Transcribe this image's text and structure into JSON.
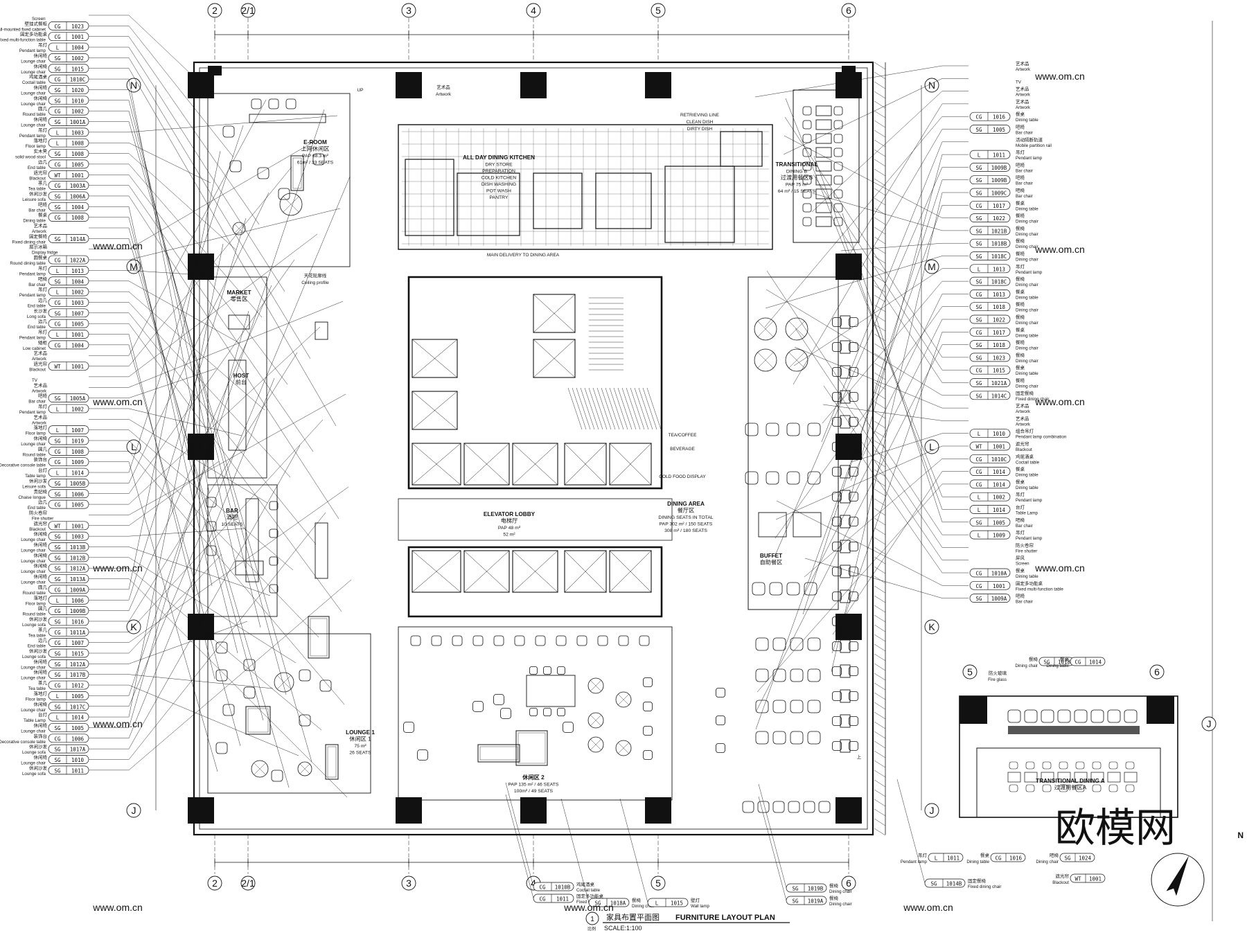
{
  "grid": {
    "columns": [
      "2",
      "2/1",
      "3",
      "4",
      "5",
      "6"
    ],
    "rows": [
      "N",
      "M",
      "L",
      "K",
      "J"
    ]
  },
  "rooms": [
    {
      "id": "eroom",
      "lines": [
        "E-ROOM",
        "上网休闲区",
        "PAP 68.3 m²",
        "61m² / 33 SEATS"
      ]
    },
    {
      "id": "market",
      "lines": [
        "MARKET",
        "零售区"
      ]
    },
    {
      "id": "host",
      "lines": [
        "HOST",
        "前台"
      ]
    },
    {
      "id": "bar",
      "lines": [
        "BAR",
        "酒吧",
        "10 SEATS"
      ]
    },
    {
      "id": "lounge1",
      "lines": [
        "LOUNGE 1",
        "休闲区 1",
        "75 m²",
        "26 SEATS"
      ]
    },
    {
      "id": "lounge2",
      "lines": [
        "休闲区 2",
        "PAP 135 m² / 46 SEATS",
        "100m² / 49 SEATS"
      ]
    },
    {
      "id": "kitchen",
      "lines": [
        "ALL DAY DINING KITCHEN",
        "DRY STORE",
        "PREPARATION",
        "COLD KITCHEN",
        "DISH WASHING",
        "POT WASH",
        "PANTRY"
      ]
    },
    {
      "id": "lobby",
      "lines": [
        "ELEVATOR LOBBY",
        "电梯厅",
        "PAP 48 m²",
        "52 m²"
      ]
    },
    {
      "id": "dining",
      "lines": [
        "DINING AREA",
        "餐厅区",
        "DINING SEATS IN TOTAL",
        "PAP 302 m² / 150 SEATS",
        "308 m² / 180 SEATS"
      ]
    },
    {
      "id": "buffet",
      "lines": [
        "BUFFET",
        "自助餐区"
      ]
    },
    {
      "id": "transb",
      "lines": [
        "TRANSITIONAL",
        "DINING B",
        "过渡用餐区B",
        "PAP 75 m²",
        "64 m² / 15 SEATS"
      ]
    },
    {
      "id": "transa",
      "lines": [
        "TRANSITIONAL DINING A",
        "过渡用餐区A"
      ]
    }
  ],
  "small_labels": [
    "艺术品",
    "Artwork",
    "天花轮廓线",
    "Ceiling profile",
    "UP",
    "上",
    "TEA/COFFEE",
    "BEVERAGE",
    "COLD FOOD DISPLAY",
    "RETRIEVING LINE",
    "MAIN DELIVERY TO DINING AREA",
    "CLEAN DISH",
    "DIRTY DISH"
  ],
  "left_legend": [
    {
      "en": "Screen"
    },
    {
      "cn": "壁挂式餐柜",
      "code": "CG",
      "num": "1023",
      "en": "Wall-mounted fixed cabinet"
    },
    {
      "cn": "固定多功能桌",
      "code": "CG",
      "num": "1001",
      "en": "Fixed multi-function table"
    },
    {
      "cn": "吊灯",
      "code": "L",
      "num": "1004",
      "en": "Pendant lamp"
    },
    {
      "cn": "休闲椅",
      "code": "SG",
      "num": "1002",
      "en": "Lounge chair"
    },
    {
      "cn": "休闲椅",
      "code": "SG",
      "num": "1015",
      "en": "Lounge chair"
    },
    {
      "cn": "鸡尾酒桌",
      "code": "CG",
      "num": "1010C",
      "en": "Coctail table"
    },
    {
      "cn": "休闲椅",
      "code": "SG",
      "num": "1020",
      "en": "Lounge chair"
    },
    {
      "cn": "休闲椅",
      "code": "SG",
      "num": "1010",
      "en": "Lounge chair"
    },
    {
      "cn": "圆几",
      "code": "CG",
      "num": "1002",
      "en": "Round table"
    },
    {
      "cn": "休闲椅",
      "code": "SG",
      "num": "1001A",
      "en": "Lounge chair"
    },
    {
      "cn": "吊灯",
      "code": "L",
      "num": "1003",
      "en": "Pendant lamp"
    },
    {
      "cn": "落地灯",
      "code": "L",
      "num": "1008",
      "en": "Floor lamp"
    },
    {
      "cn": "实木凳",
      "code": "SG",
      "num": "1008",
      "en": "solid wood stool"
    },
    {
      "cn": "边几",
      "code": "CG",
      "num": "1005",
      "en": "End table"
    },
    {
      "cn": "遮光帘",
      "code": "WT",
      "num": "1001",
      "en": "Blackout"
    },
    {
      "cn": "茶几",
      "code": "CG",
      "num": "1003A",
      "en": "Tea table"
    },
    {
      "cn": "休闲沙发",
      "code": "SG",
      "num": "1006A",
      "en": "Leisure sofa"
    },
    {
      "cn": "吧椅",
      "code": "SG",
      "num": "1004",
      "en": "Bar chair"
    },
    {
      "cn": "餐桌",
      "code": "CG",
      "num": "1008",
      "en": "Dining table"
    },
    {
      "cn": "艺术品",
      "en": "Artwork"
    },
    {
      "cn": "固定餐椅",
      "code": "SG",
      "num": "1014A",
      "en": "Fixed dining chair"
    },
    {
      "cn": "展示冰箱",
      "en": "Display fridge"
    },
    {
      "cn": "圆餐桌",
      "code": "CG",
      "num": "1022A",
      "en": "Round dining table"
    },
    {
      "cn": "吊灯",
      "code": "L",
      "num": "1013",
      "en": "Pendant lamp"
    },
    {
      "cn": "吧椅",
      "code": "SG",
      "num": "1004",
      "en": "Bar chair"
    },
    {
      "cn": "吊灯",
      "code": "L",
      "num": "1002",
      "en": "Pendant lamp"
    },
    {
      "cn": "边几",
      "code": "CG",
      "num": "1003",
      "en": "End table"
    },
    {
      "cn": "长沙发",
      "code": "SG",
      "num": "1007",
      "en": "Long sofa"
    },
    {
      "cn": "边几",
      "code": "CG",
      "num": "1005",
      "en": "End table"
    },
    {
      "cn": "吊灯",
      "code": "L",
      "num": "1001",
      "en": "Pendant lamp"
    },
    {
      "cn": "矮柜",
      "code": "CG",
      "num": "1004",
      "en": "Low cabinet"
    },
    {
      "cn": "艺术品",
      "en": "Artwork"
    },
    {
      "cn": "遮光帘",
      "code": "WT",
      "num": "1001",
      "en": "Blackout"
    },
    {
      "en": "TV"
    },
    {
      "cn": "艺术品",
      "en": "Artwork"
    },
    {
      "cn": "吧椅",
      "code": "SG",
      "num": "1005A",
      "en": "Bar chair"
    },
    {
      "cn": "吊灯",
      "code": "L",
      "num": "1002",
      "en": "Pendant lamp"
    },
    {
      "cn": "艺术品",
      "en": "Artwork"
    },
    {
      "cn": "落地灯",
      "code": "L",
      "num": "1007",
      "en": "Floor lamp"
    },
    {
      "cn": "休闲椅",
      "code": "SG",
      "num": "1019",
      "en": "Lounge chair"
    },
    {
      "cn": "圆几",
      "code": "CG",
      "num": "1008",
      "en": "Round table"
    },
    {
      "cn": "装饰台",
      "code": "CG",
      "num": "1009",
      "en": "Decorative console table"
    },
    {
      "cn": "台灯",
      "code": "L",
      "num": "1014",
      "en": "Table lamp"
    },
    {
      "cn": "休闲沙发",
      "code": "SG",
      "num": "1005B",
      "en": "Leisure sofa"
    },
    {
      "cn": "贵妃椅",
      "code": "SG",
      "num": "1006",
      "en": "Chaise longue"
    },
    {
      "cn": "边几",
      "code": "CG",
      "num": "1005",
      "en": "End table"
    },
    {
      "cn": "防火卷帘",
      "en": "Fire shutter"
    },
    {
      "cn": "遮光帘",
      "code": "WT",
      "num": "1001",
      "en": "Blackout"
    },
    {
      "cn": "休闲椅",
      "code": "SG",
      "num": "1003",
      "en": "Lounge chair"
    },
    {
      "cn": "休闲椅",
      "code": "SG",
      "num": "1013B",
      "en": "Lounge chair"
    },
    {
      "cn": "休闲椅",
      "code": "SG",
      "num": "1012B",
      "en": "Lounge chair"
    },
    {
      "cn": "休闲椅",
      "code": "SG",
      "num": "1012A",
      "en": "Lounge chair"
    },
    {
      "cn": "休闲椅",
      "code": "SG",
      "num": "1013A",
      "en": "Lounge chair"
    },
    {
      "cn": "圆几",
      "code": "CG",
      "num": "1009A",
      "en": "Round table"
    },
    {
      "cn": "落地灯",
      "code": "L",
      "num": "1006",
      "en": "Floor lamp"
    },
    {
      "cn": "圆几",
      "code": "CG",
      "num": "1009B",
      "en": "Round table"
    },
    {
      "cn": "休闲沙发",
      "code": "SG",
      "num": "1016",
      "en": "Lounge sofa"
    },
    {
      "cn": "茶几",
      "code": "CG",
      "num": "1011A",
      "en": "Tea table"
    },
    {
      "cn": "边几",
      "code": "CG",
      "num": "1007",
      "en": "End table"
    },
    {
      "cn": "休闲沙发",
      "code": "SG",
      "num": "1015",
      "en": "Lounge sofa"
    },
    {
      "cn": "休闲椅",
      "code": "SG",
      "num": "1012A",
      "en": "Lounge chair"
    },
    {
      "cn": "休闲椅",
      "code": "SG",
      "num": "1017B",
      "en": "Lounge chair"
    },
    {
      "cn": "茶几",
      "code": "CG",
      "num": "1012",
      "en": "Tea table"
    },
    {
      "cn": "落地灯",
      "code": "L",
      "num": "1005",
      "en": "Floor lamp"
    },
    {
      "cn": "休闲椅",
      "code": "SG",
      "num": "1017C",
      "en": "Lounge chair"
    },
    {
      "cn": "台灯",
      "code": "L",
      "num": "1014",
      "en": "Table Lamp"
    },
    {
      "cn": "休闲椅",
      "code": "SG",
      "num": "1005",
      "en": "Lounge chair"
    },
    {
      "cn": "装饰台",
      "code": "CG",
      "num": "1006",
      "en": "Decorative console table"
    },
    {
      "cn": "休闲沙发",
      "code": "SG",
      "num": "1017A",
      "en": "Lounge sofa"
    },
    {
      "cn": "休闲椅",
      "code": "SG",
      "num": "1010",
      "en": "Lounge chair"
    },
    {
      "cn": "休闲沙发",
      "code": "SG",
      "num": "1011",
      "en": "Lounge sofa"
    }
  ],
  "right_legend": [
    {
      "cn": "艺术品",
      "en": "Artwork"
    },
    {
      "en": "TV"
    },
    {
      "cn": "艺术品",
      "en": "Artwork"
    },
    {
      "cn": "艺术品",
      "en": "Artwork"
    },
    {
      "cn": "餐桌",
      "code": "CG",
      "num": "1016",
      "en": "Dining table"
    },
    {
      "cn": "吧椅",
      "code": "SG",
      "num": "1005",
      "en": "Bar chair"
    },
    {
      "cn": "活动隔断轨道",
      "en": "Mobile partition rail"
    },
    {
      "cn": "吊灯",
      "code": "L",
      "num": "1011",
      "en": "Pendant lamp"
    },
    {
      "cn": "吧椅",
      "code": "SG",
      "num": "1009B",
      "en": "Bar chair"
    },
    {
      "cn": "吧椅",
      "code": "SG",
      "num": "1009B",
      "en": "Bar chair"
    },
    {
      "cn": "吧椅",
      "code": "SG",
      "num": "1009C",
      "en": "Bar chair"
    },
    {
      "cn": "餐桌",
      "code": "CG",
      "num": "1017",
      "en": "Dining table"
    },
    {
      "cn": "餐椅",
      "code": "SG",
      "num": "1022",
      "en": "Dining chair"
    },
    {
      "cn": "餐椅",
      "code": "SG",
      "num": "1021B",
      "en": "Dining chair"
    },
    {
      "cn": "餐椅",
      "code": "SG",
      "num": "1018B",
      "en": "Dining chair"
    },
    {
      "cn": "餐椅",
      "code": "SG",
      "num": "1018C",
      "en": "Dining chair"
    },
    {
      "cn": "吊灯",
      "code": "L",
      "num": "1013",
      "en": "Pendant lamp"
    },
    {
      "cn": "餐椅",
      "code": "SG",
      "num": "1018C",
      "en": "Dining chair"
    },
    {
      "cn": "餐桌",
      "code": "CG",
      "num": "1013",
      "en": "Dining table"
    },
    {
      "cn": "餐椅",
      "code": "SG",
      "num": "1018",
      "en": "Dining chair"
    },
    {
      "cn": "餐椅",
      "code": "SG",
      "num": "1022",
      "en": "Dining chair"
    },
    {
      "cn": "餐桌",
      "code": "CG",
      "num": "1017",
      "en": "Dining table"
    },
    {
      "cn": "餐椅",
      "code": "SG",
      "num": "1018",
      "en": "Dining chair"
    },
    {
      "cn": "餐椅",
      "code": "SG",
      "num": "1023",
      "en": "Dining chair"
    },
    {
      "cn": "餐桌",
      "code": "CG",
      "num": "1015",
      "en": "Dining table"
    },
    {
      "cn": "餐椅",
      "code": "SG",
      "num": "1021A",
      "en": "Dining chair"
    },
    {
      "cn": "固定餐椅",
      "code": "SG",
      "num": "1014C",
      "en": "Fixed dining chair"
    },
    {
      "cn": "艺术品",
      "en": "Artwork"
    },
    {
      "cn": "艺术品",
      "en": "Artwork"
    },
    {
      "cn": "组合吊灯",
      "code": "L",
      "num": "1010",
      "en": "Pendant lamp combination"
    },
    {
      "cn": "遮光帘",
      "code": "WT",
      "num": "1001",
      "en": "Blackout"
    },
    {
      "cn": "鸡尾酒桌",
      "code": "CG",
      "num": "1010C",
      "en": "Coctail table"
    },
    {
      "cn": "餐桌",
      "code": "CG",
      "num": "1014",
      "en": "Dining table"
    },
    {
      "cn": "餐桌",
      "code": "CG",
      "num": "1014",
      "en": "Dining table"
    },
    {
      "cn": "吊灯",
      "code": "L",
      "num": "1002",
      "en": "Pendant lamp"
    },
    {
      "cn": "台灯",
      "code": "L",
      "num": "1014",
      "en": "Table Lamp"
    },
    {
      "cn": "吧椅",
      "code": "SG",
      "num": "1005",
      "en": "Bar chair"
    },
    {
      "cn": "吊灯",
      "code": "L",
      "num": "1009",
      "en": "Pendant lamp"
    },
    {
      "cn": "防火卷帘",
      "en": "Fire shutter"
    },
    {
      "cn": "屏风",
      "en": "Screen"
    },
    {
      "cn": "餐桌",
      "code": "CG",
      "num": "1010A",
      "en": "Dining table"
    },
    {
      "cn": "固定多功能桌",
      "code": "CG",
      "num": "1001",
      "en": "Fixed multi-function table"
    },
    {
      "cn": "吧椅",
      "code": "SG",
      "num": "1009A",
      "en": "Bar chair"
    }
  ],
  "bottom_tags": [
    {
      "cn": "鸡尾酒桌",
      "code": "CG",
      "num": "1010B",
      "en": "Coctail table"
    },
    {
      "cn": "固定多功能桌",
      "code": "CG",
      "num": "1011",
      "en": "Fixed multi-function table"
    },
    {
      "cn": "餐椅",
      "code": "SG",
      "num": "1018A",
      "en": "Dining chair"
    },
    {
      "cn": "壁灯",
      "code": "L",
      "num": "1015",
      "en": "Wall lamp"
    },
    {
      "cn": "餐椅",
      "code": "SG",
      "num": "1019B",
      "en": "Dining chair"
    },
    {
      "cn": "餐椅",
      "code": "SG",
      "num": "1019A",
      "en": "Dining chair"
    },
    {
      "cn": "固定餐椅",
      "code": "SG",
      "num": "1014B",
      "en": "Fixed dining chair"
    }
  ],
  "inset_tags": [
    {
      "cn": "防火玻璃",
      "en": "Fire glass"
    },
    {
      "cn": "餐椅",
      "code": "SG",
      "num": "1018",
      "en": "Dining chair"
    },
    {
      "cn": "餐桌",
      "code": "CG",
      "num": "1014",
      "en": "Dining table"
    },
    {
      "cn": "吊灯",
      "code": "L",
      "num": "1011",
      "en": "Pendant lamp"
    },
    {
      "cn": "餐桌",
      "code": "CG",
      "num": "1016",
      "en": "Dining table"
    },
    {
      "cn": "吧椅",
      "code": "SG",
      "num": "1024",
      "en": "Dining chair"
    },
    {
      "cn": "遮光帘",
      "code": "WT",
      "num": "1001",
      "en": "Blackout"
    }
  ],
  "title_block": {
    "number": "1",
    "cn": "家具布置平面图",
    "en": "FURNITURE LAYOUT PLAN",
    "scale": "SCALE:1:100",
    "ref": "比例"
  },
  "watermark": {
    "brand": "欧模网",
    "url": "www.om.cn"
  },
  "compass": {
    "label": "N"
  }
}
